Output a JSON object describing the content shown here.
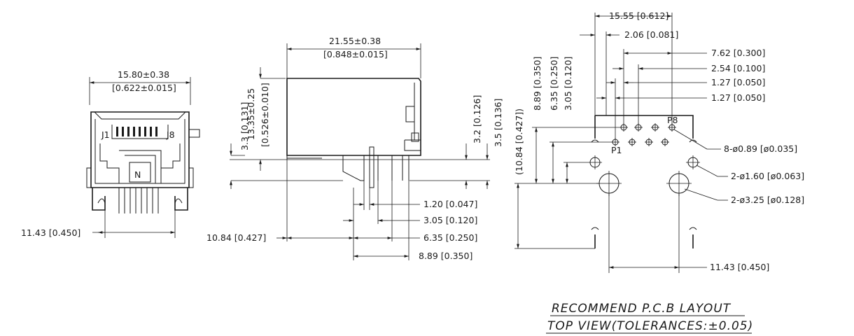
{
  "front_view": {
    "width_dim": "15.80±0.38",
    "width_dim_inch": "[0.622±0.015]",
    "pin_spacing_dim": "11.43 [0.450]",
    "pin1_label": "J1",
    "pin8_label": "J8",
    "logo_letter": "N"
  },
  "side_view": {
    "length_dim": "21.55±0.38",
    "length_dim_inch": "[0.848±0.015]",
    "height_dim": "13.35±0.25",
    "height_dim_inch": "[0.526±0.010]",
    "standoff_dim": "3.3 [0.131]",
    "dim_3_2": "3.2 [0.126]",
    "dim_3_5": "3.5 [0.136]",
    "dim_1_20": "1.20 [0.047]",
    "dim_3_05": "3.05 [0.120]",
    "dim_6_35": "6.35 [0.250]",
    "dim_8_89": "8.89 [0.350]",
    "dim_10_84": "10.84 [0.427]"
  },
  "pcb_layout": {
    "dim_15_55": "15.55 [0.612]",
    "dim_2_06": "2.06 [0.081]",
    "dim_7_62": "7.62 [0.300]",
    "dim_2_54": "2.54 [0.100]",
    "dim_1_27a": "1.27 [0.050]",
    "dim_1_27b": "1.27 [0.050]",
    "vdim_8_89": "8.89 [0.350]",
    "vdim_6_35": "6.35 [0.250]",
    "vdim_3_05": "3.05 [0.120]",
    "vdim_10_84": "(10.84 [0.427])",
    "pin_hole_callout": "8-ø0.89 [ø0.035]",
    "small_hole_callout": "2-ø1.60 [ø0.063]",
    "large_hole_callout": "2-ø3.25 [ø0.128]",
    "bottom_dim": "11.43 [0.450]",
    "p1_label": "P1",
    "p8_label": "P8",
    "title_line1": "RECOMMEND P.C.B LAYOUT",
    "title_line2": "TOP VIEW(TOLERANCES:±0.05)"
  }
}
